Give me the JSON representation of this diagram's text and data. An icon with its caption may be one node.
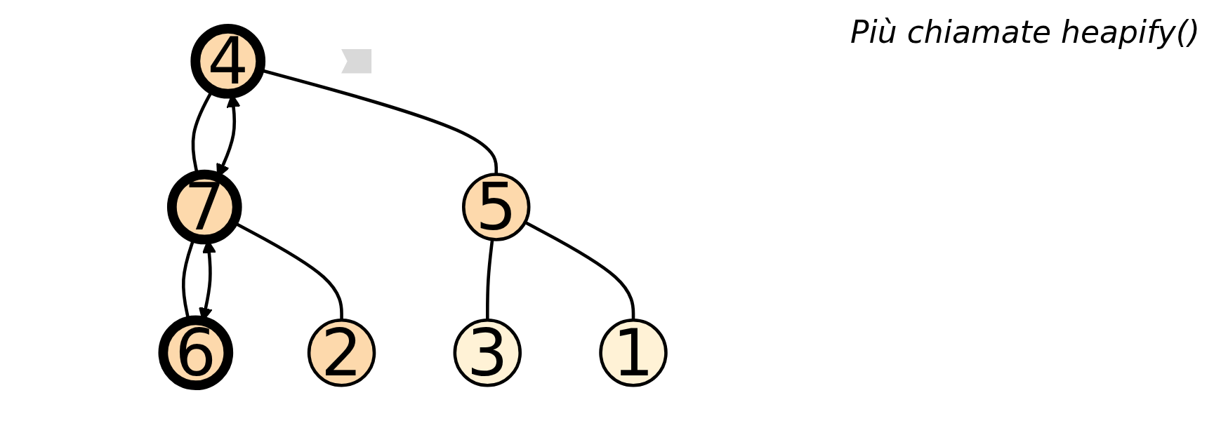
{
  "diagram": {
    "title": "Più chiamate heapify()",
    "nodes": [
      {
        "text": [
          "4"
        ]
      },
      {
        "text": [
          "7"
        ]
      },
      {
        "text": [
          "5"
        ]
      },
      {
        "text": [
          "6"
        ]
      },
      {
        "text": [
          "2"
        ]
      },
      {
        "text": [
          "3"
        ]
      },
      {
        "text": [
          "1"
        ]
      },
      {
        "text": [],
        "shape": "arrow"
      }
    ],
    "edges": [
      {
        "from": 0,
        "to": 1,
        "arrow": "none"
      },
      {
        "from": 0,
        "to": 2,
        "arrow": "none"
      },
      {
        "from": 1,
        "to": 3,
        "arrow": "none"
      },
      {
        "from": 1,
        "to": 4,
        "arrow": "none"
      },
      {
        "from": 2,
        "to": 5,
        "arrow": "none"
      },
      {
        "from": 2,
        "to": 6,
        "arrow": "none"
      },
      {
        "from": 0,
        "to": 1,
        "arrow": "both"
      },
      {
        "from": 1,
        "to": 3,
        "arrow": "both"
      }
    ]
  }
}
